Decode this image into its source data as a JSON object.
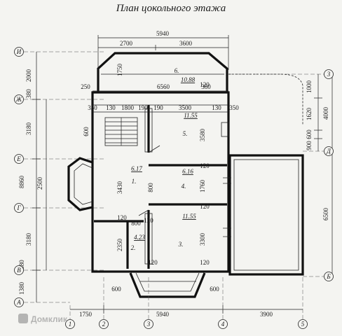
{
  "title": "План цокольного этажа",
  "watermark": "Домклик",
  "axes": {
    "rows": [
      "И",
      "Ж",
      "Е",
      "Г",
      "В",
      "А"
    ],
    "right": [
      "3",
      "Д",
      "Б"
    ],
    "bottom": [
      "1",
      "2",
      "3",
      "4",
      "5"
    ]
  },
  "dims": {
    "top_total": "5940",
    "top_a": "2700",
    "top_b": "3600",
    "d6560": "6560",
    "d250": "250",
    "d1750_v": "1750",
    "d380a": "380",
    "d350a": "350",
    "d130a": "130",
    "d1800": "1800",
    "d190a": "190",
    "d190b": "190",
    "d3500": "3500",
    "d130b": "130",
    "d350b": "350",
    "left_2000": "2000",
    "left_380": "380",
    "left_3180a": "3180",
    "left_8860": "8860",
    "left_2500": "2500",
    "left_3180b": "3180",
    "left_380b": "380",
    "left_1380": "1380",
    "d600a": "600",
    "d3430": "3430",
    "d3580": "3580",
    "d1760": "1760",
    "d3300": "3300",
    "d2350": "2350",
    "d120a": "120",
    "d120b": "120",
    "d800a": "800",
    "d800b": "800",
    "d120c": "120",
    "d120d": "120",
    "d120e": "120",
    "d120f": "120",
    "d120g": "120",
    "d600b": "600",
    "d600c": "600",
    "bottom_1750": "1750",
    "bottom_5940": "5940",
    "bottom_3900": "3900",
    "right_1000": "1000",
    "right_1620": "1620",
    "right_4000": "4000",
    "right_600": "600",
    "right_900": "900",
    "right_6500": "6500"
  },
  "rooms": {
    "r6_num": "6.",
    "r6_area": "10.88",
    "r5_num": "5.",
    "r5_area": "11.55",
    "r4_num": "4.",
    "r4_area": "6.16",
    "r1_num": "1.",
    "r1_area": "6.17",
    "r3_num": "3.",
    "r3_area": "11.55",
    "r2_num": "2.",
    "r2_area": "4.23"
  }
}
